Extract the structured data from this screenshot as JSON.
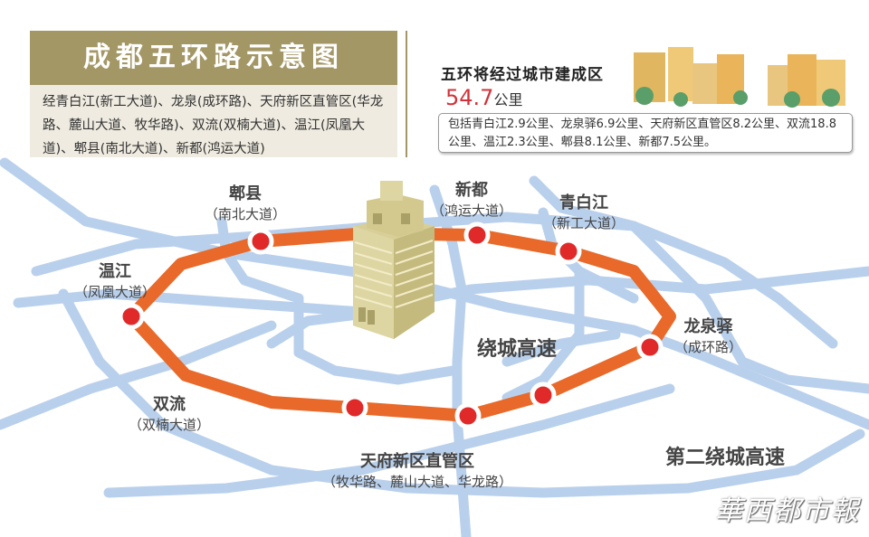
{
  "header": {
    "title": "成都五环路示意图",
    "description": "经青白江(新工大道)、龙泉(成环路)、天府新区直管区(华龙路、麓山大道、牧华路)、双流(双楠大道)、温江(凤凰大道)、郫县(南北大道)、新都(鸿运大道)"
  },
  "summary": {
    "title": "五环将经过城市建成区",
    "value": "54.7",
    "unit": "公里",
    "note": "包括青白江2.9公里、龙泉驿6.9公里、天府新区直管区8.2公里、双流18.8公里、温江2.3公里、郫县8.1公里、新都7.5公里。"
  },
  "districts": [
    {
      "name": "郫县",
      "road": "（南北大道）",
      "km": 8.1
    },
    {
      "name": "新都",
      "road": "（鸿运大道）",
      "km": 7.5
    },
    {
      "name": "青白江",
      "road": "（新工大道）",
      "km": 2.9
    },
    {
      "name": "温江",
      "road": "（凤凰大道）",
      "km": 2.3
    },
    {
      "name": "龙泉驿",
      "road": "（成环路）",
      "km": 6.9
    },
    {
      "name": "双流",
      "road": "（双楠大道）",
      "km": 18.8
    },
    {
      "name": "天府新区直管区",
      "road": "（牧华路、麓山大道、华龙路）",
      "km": 8.2
    }
  ],
  "roads": {
    "inner_ring": "绕城高速",
    "outer_ring": "第二绕城高速"
  },
  "colors": {
    "title_bar": "#a49766",
    "ring_road": "#e8692a",
    "marker": "#e02a2a",
    "other_roads": "#b9d0ec",
    "highlight_number": "#d2333a"
  },
  "watermark": "華西都市報"
}
